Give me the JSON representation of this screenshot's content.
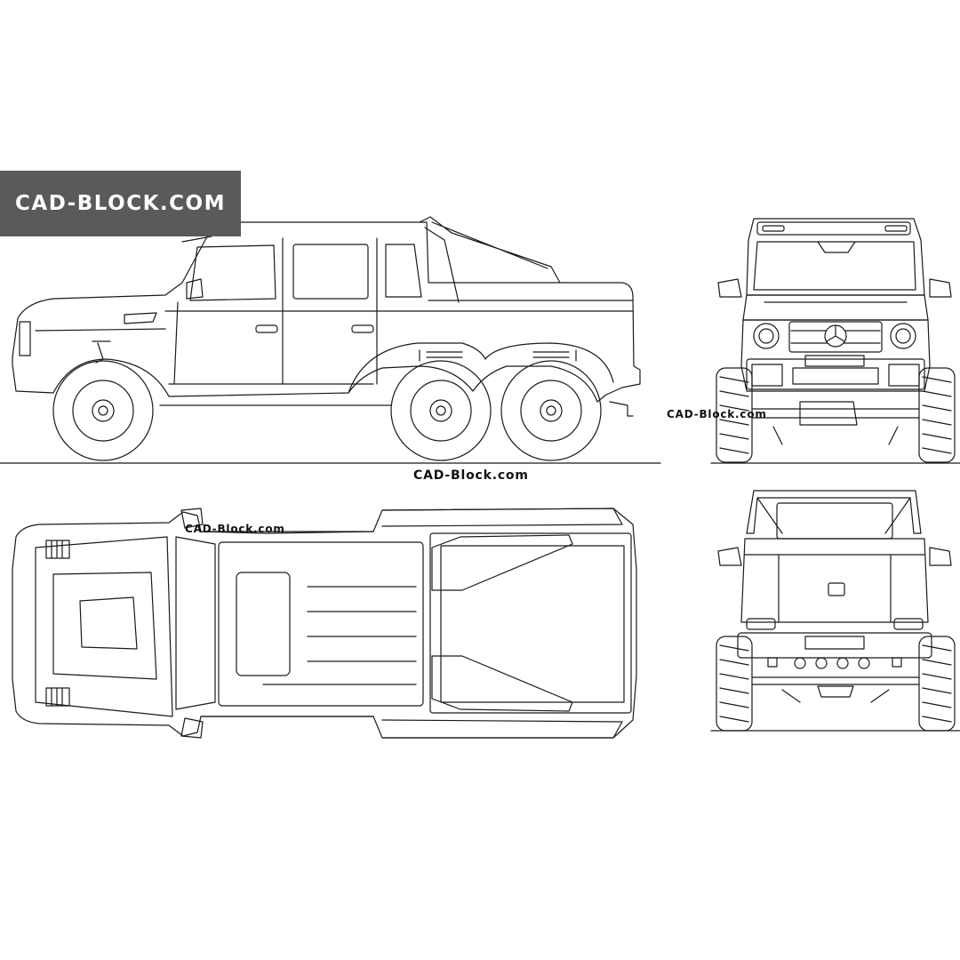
{
  "banner": {
    "text": "CAD-BLOCK.COM"
  },
  "watermarks": {
    "side": "CAD-Block.com",
    "front": "CAD-Block.com",
    "top": "CAD-Block.com"
  },
  "colors": {
    "banner_bg": "#5a5a5a",
    "banner_text": "#ffffff",
    "line": "#1a1a1a",
    "background": "#ffffff"
  },
  "views": [
    "side-view",
    "front-view",
    "top-view",
    "rear-view"
  ]
}
